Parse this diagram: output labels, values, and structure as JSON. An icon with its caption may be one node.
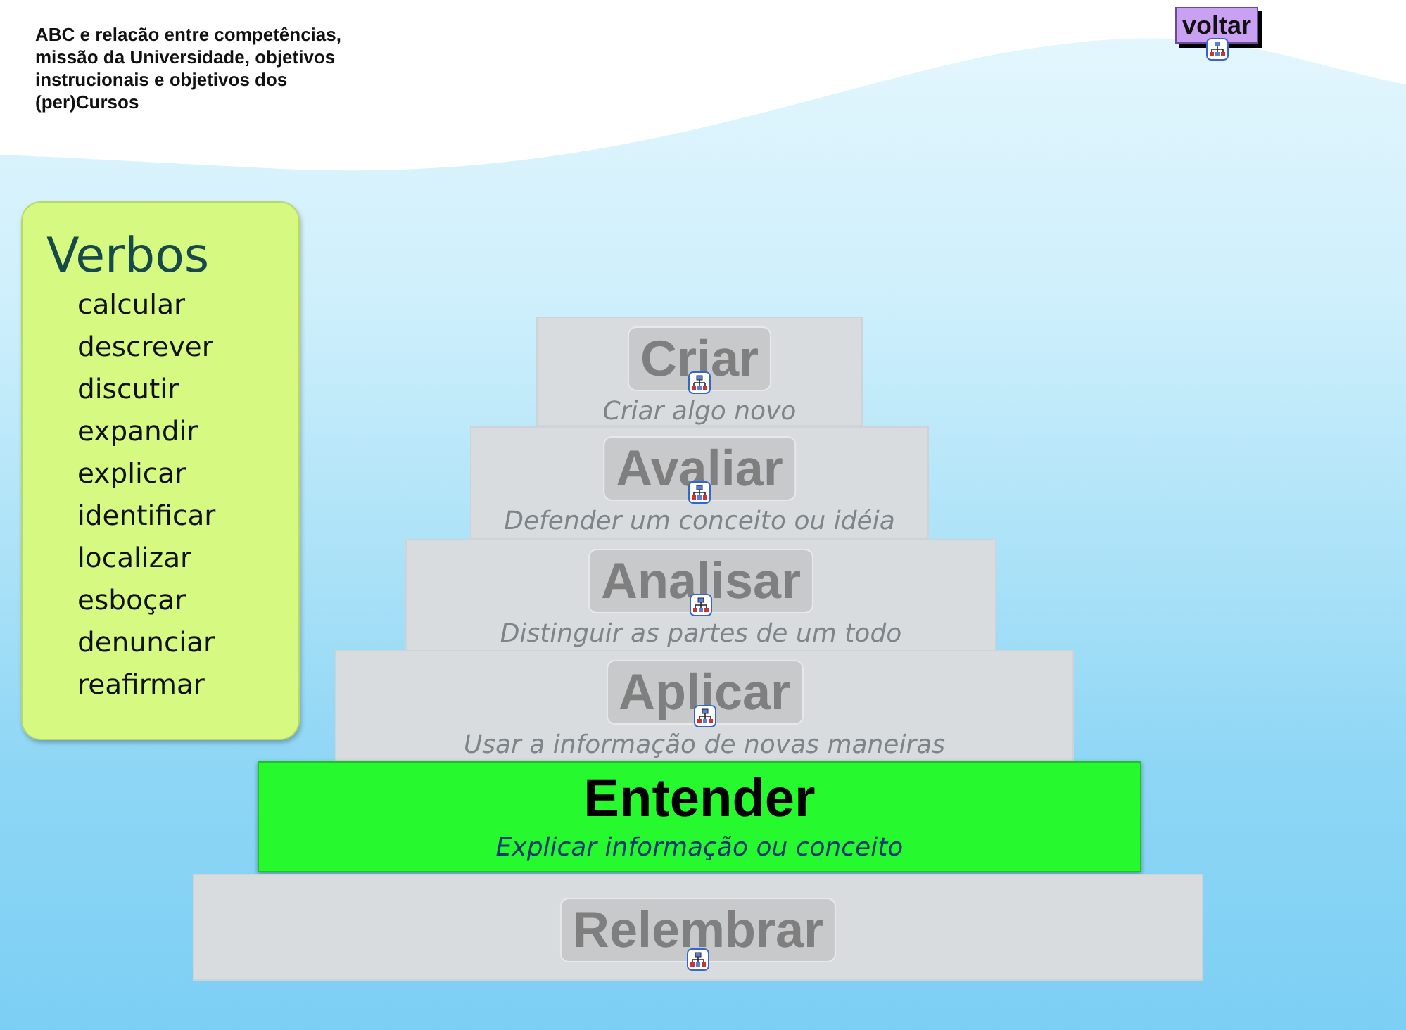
{
  "diagram": {
    "title": "ABC e relacão entre competências, missão da Universidade, objetivos instrucionais e objetivos dos (per)Cursos",
    "nodes": [
      {
        "text": [
          "Verbos",
          "calcular",
          "descrever",
          "discutir",
          "expandir",
          "explicar",
          "identificar",
          "localizar",
          "esboçar",
          "denunciar",
          "reafirmar"
        ]
      },
      {
        "text": [
          "Criar",
          "Criar algo novo"
        ]
      },
      {
        "text": [
          "Avaliar",
          "Defender um conceito ou idéia"
        ]
      },
      {
        "text": [
          "Analisar",
          "Distinguir as partes de um todo"
        ]
      },
      {
        "text": [
          "Aplicar",
          "Usar a informação de novas maneiras"
        ]
      },
      {
        "text": [
          "Entender",
          "Explicar informação ou conceito"
        ]
      },
      {
        "text": [
          "Relembrar"
        ]
      },
      {
        "text": [
          "voltar"
        ]
      }
    ],
    "edges": []
  }
}
